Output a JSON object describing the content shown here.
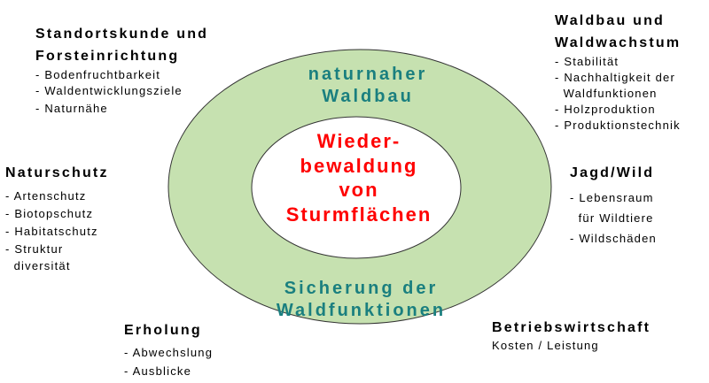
{
  "colors": {
    "ring_fill": "#c6e1b0",
    "ring_text": "#1a7f7f",
    "core_text": "#ff0000"
  },
  "ring": {
    "top": [
      "naturnaher",
      "Waldbau"
    ],
    "bottom": [
      "Sicherung der",
      "Waldfunktionen"
    ]
  },
  "core": [
    "Wieder-",
    "bewaldung",
    "von",
    "Sturmflächen"
  ],
  "groups": {
    "standort": {
      "title": [
        "Standortskunde und",
        "Forsteinrichtung"
      ],
      "items": [
        "- Bodenfruchtbarkeit",
        "- Waldentwicklungsziele",
        "- Naturnähe"
      ]
    },
    "waldbau": {
      "title": [
        "Waldbau und",
        "Waldwachstum"
      ],
      "items": [
        "- Stabilität",
        "- Nachhaltigkeit der",
        "  Waldfunktionen",
        "- Holzproduktion",
        "- Produktionstechnik"
      ]
    },
    "naturschutz": {
      "title": [
        "Naturschutz"
      ],
      "items": [
        "- Artenschutz",
        "- Biotopschutz",
        "- Habitatschutz",
        "- Struktur",
        "  diversität"
      ]
    },
    "jagd": {
      "title": [
        "Jagd/Wild"
      ],
      "items": [
        "- Lebensraum",
        "  für Wildtiere",
        "- Wildschäden"
      ]
    },
    "erholung": {
      "title": [
        "Erholung"
      ],
      "items": [
        "- Abwechslung",
        "- Ausblicke"
      ]
    },
    "betrieb": {
      "title": [
        "Betriebswirtschaft"
      ],
      "items": [
        "Kosten / Leistung"
      ]
    }
  }
}
